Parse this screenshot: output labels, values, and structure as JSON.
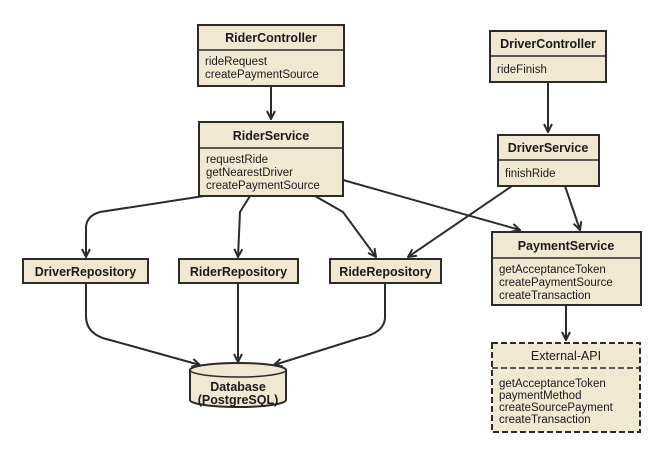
{
  "nodes": {
    "rider_controller": {
      "title": "RiderController",
      "members": [
        "rideRequest",
        "createPaymentSource"
      ]
    },
    "driver_controller": {
      "title": "DriverController",
      "members": [
        "rideFinish"
      ]
    },
    "rider_service": {
      "title": "RiderService",
      "members": [
        "requestRide",
        "getNearestDriver",
        "createPaymentSource"
      ]
    },
    "driver_service": {
      "title": "DriverService",
      "members": [
        "finishRide"
      ]
    },
    "payment_service": {
      "title": "PaymentService",
      "members": [
        "getAcceptanceToken",
        "createPaymentSource",
        "createTransaction"
      ]
    },
    "driver_repository": {
      "title": "DriverRepository"
    },
    "rider_repository": {
      "title": "RiderRepository"
    },
    "ride_repository": {
      "title": "RideRepository"
    },
    "database": {
      "line1": "Database",
      "line2": "(PostgreSQL)"
    },
    "external_api": {
      "title": "External-API",
      "members": [
        "getAcceptanceToken",
        "paymentMethod",
        "createSourcePayment",
        "createTransaction"
      ]
    }
  }
}
